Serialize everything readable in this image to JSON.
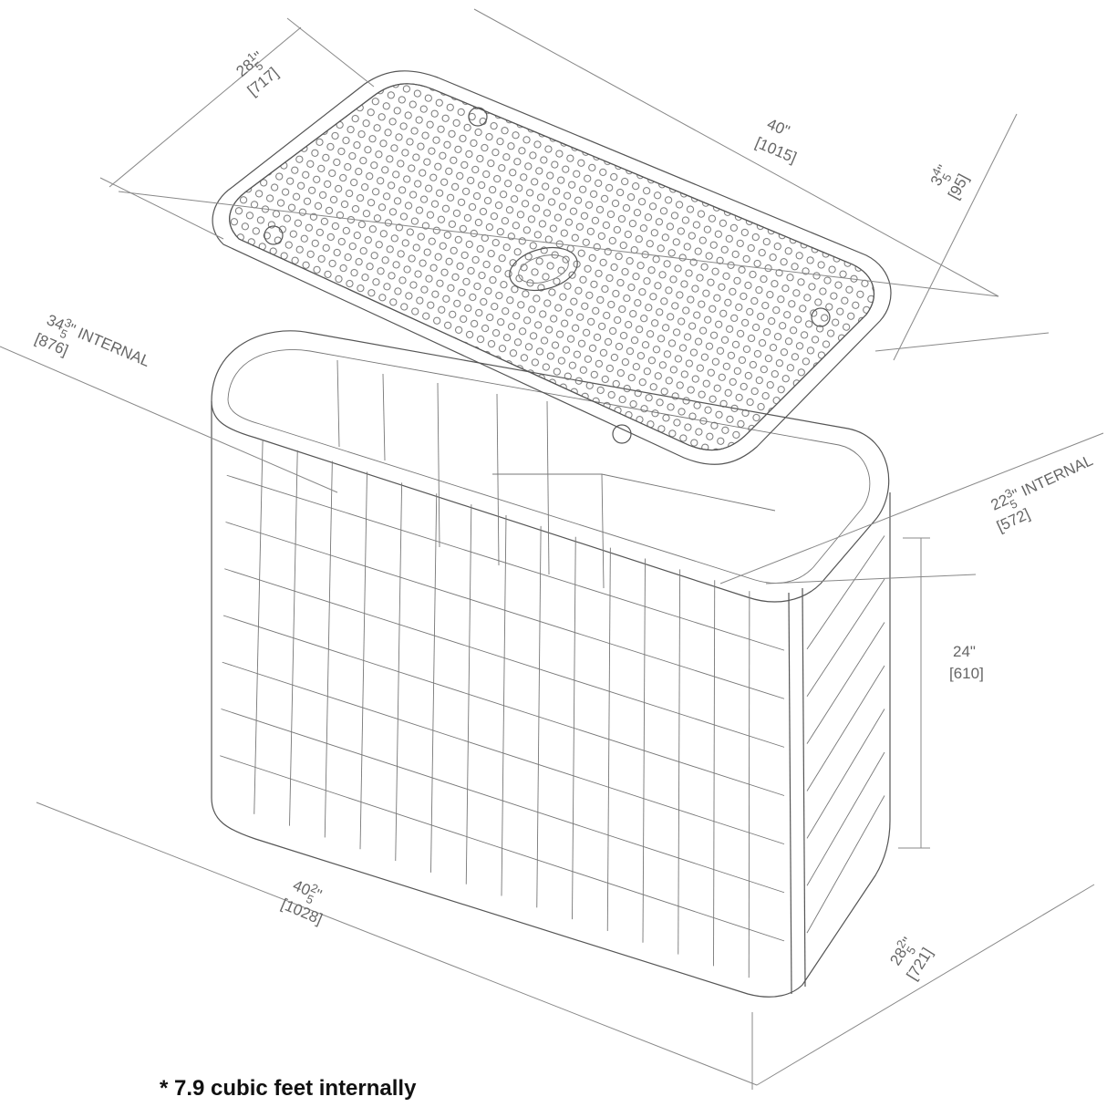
{
  "drawing": {
    "subject": "",
    "dimensions": [
      {
        "id": "lid-width",
        "whole": "28",
        "num": "1",
        "den": "5",
        "unit": "\"",
        "suffix": "",
        "metric": "[717]"
      },
      {
        "id": "lid-length",
        "whole": "40",
        "num": "",
        "den": "",
        "unit": "\"",
        "suffix": "",
        "metric": "[1015]"
      },
      {
        "id": "lid-thickness",
        "whole": "3",
        "num": "4",
        "den": "5",
        "unit": "\"",
        "suffix": "",
        "metric": "[95]"
      },
      {
        "id": "internal-length",
        "whole": "34",
        "num": "3",
        "den": "5",
        "unit": "\"",
        "suffix": " INTERNAL",
        "metric": "[876]"
      },
      {
        "id": "internal-width",
        "whole": "22",
        "num": "3",
        "den": "5",
        "unit": "\"",
        "suffix": " INTERNAL",
        "metric": "[572]"
      },
      {
        "id": "height",
        "whole": "24",
        "num": "",
        "den": "",
        "unit": "\"",
        "suffix": "",
        "metric": "[610]"
      },
      {
        "id": "body-length",
        "whole": "40",
        "num": "2",
        "den": "5",
        "unit": "\"",
        "suffix": "",
        "metric": "[1028]"
      },
      {
        "id": "body-width",
        "whole": "28",
        "num": "2",
        "den": "5",
        "unit": "\"",
        "suffix": "",
        "metric": "[721]"
      }
    ],
    "footnote": "* 7.9 cubic feet internally"
  }
}
